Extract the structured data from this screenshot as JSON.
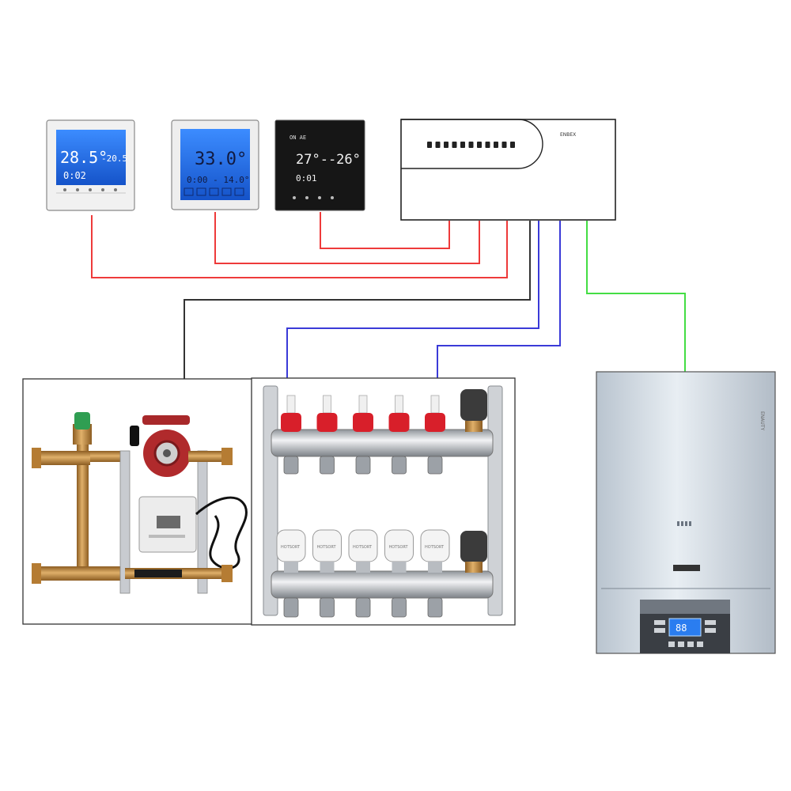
{
  "colors": {
    "thermostat_wire": "#ee3a3a",
    "actuator_wire": "#3a3ad8",
    "boiler_wire": "#44dd44",
    "pump_wire": "#333333",
    "lcd_blue": "#1f6fe8",
    "lcd_black": "#161616",
    "manifold_red": "#d81f2a",
    "brass": "#c08a3c"
  },
  "thermostats": [
    {
      "style": "blue-lcd",
      "line1": "28.5°",
      "line1_small": "-20.5",
      "line2": "0:02",
      "buttons": 5
    },
    {
      "style": "blue-lcd",
      "line1": "33.0°",
      "line2": "0:00 - 14.0°",
      "buttons": 5
    },
    {
      "style": "black-glass",
      "header": "ON  AE",
      "line1": "27°--26°",
      "line2": "0:01",
      "buttons": 4
    }
  ],
  "controller": {
    "brand": "ENBEX",
    "terminal_count": 11
  },
  "manifold": {
    "loops": 5,
    "actuator_label": "HOTSORT"
  },
  "boiler": {
    "brand": "ENAUTY",
    "display_text": "88",
    "indicator_dots": 4
  }
}
